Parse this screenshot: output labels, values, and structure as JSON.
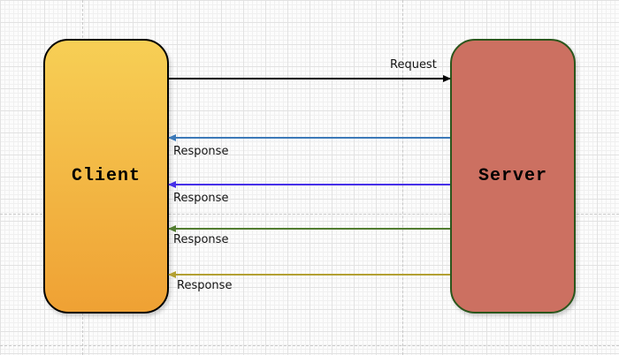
{
  "canvas": {
    "background": "#fcfcfc",
    "grid_minor_color": "#f0f0f0",
    "grid_major_color": "#e2e2e2",
    "guide_color": "#c9c9c9"
  },
  "nodes": {
    "client": {
      "label": "Client",
      "fill_top": "#F7CF55",
      "fill_bottom": "#EFA134",
      "border": "#000000",
      "text_color": "#000000"
    },
    "server": {
      "label": "Server",
      "fill": "#CC7061",
      "border": "#2B561C",
      "text_color": "#000000"
    }
  },
  "edges": [
    {
      "label": "Request",
      "color": "#000000",
      "direction": "right"
    },
    {
      "label": "Response",
      "color": "#3C79B8",
      "direction": "left"
    },
    {
      "label": "Response",
      "color": "#4630E8",
      "direction": "left"
    },
    {
      "label": "Response",
      "color": "#527D30",
      "direction": "left"
    },
    {
      "label": "Response",
      "color": "#B3A032",
      "direction": "left"
    }
  ]
}
